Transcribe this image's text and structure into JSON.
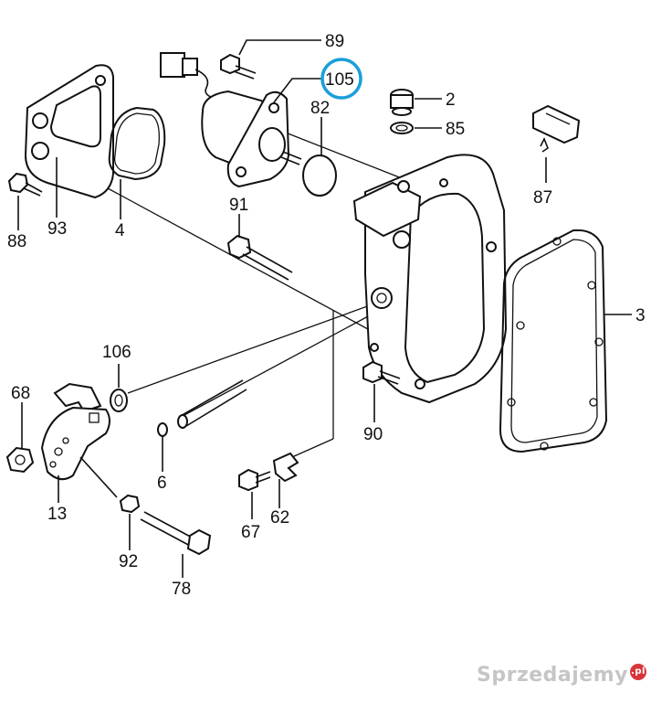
{
  "diagram": {
    "highlighted_part": "105",
    "highlight_color": "#1a9fd8",
    "labels": {
      "p89": "89",
      "p105": "105",
      "p2": "2",
      "p82": "82",
      "p85": "85",
      "p87": "87",
      "p88": "88",
      "p93": "93",
      "p4": "4",
      "p91": "91",
      "p3": "3",
      "p106": "106",
      "p68": "68",
      "p6": "6",
      "p90": "90",
      "p13": "13",
      "p67": "67",
      "p62": "62",
      "p92": "92",
      "p78": "78"
    }
  },
  "watermark": {
    "text": "Sprzedajemy",
    "badge": ".pl"
  }
}
